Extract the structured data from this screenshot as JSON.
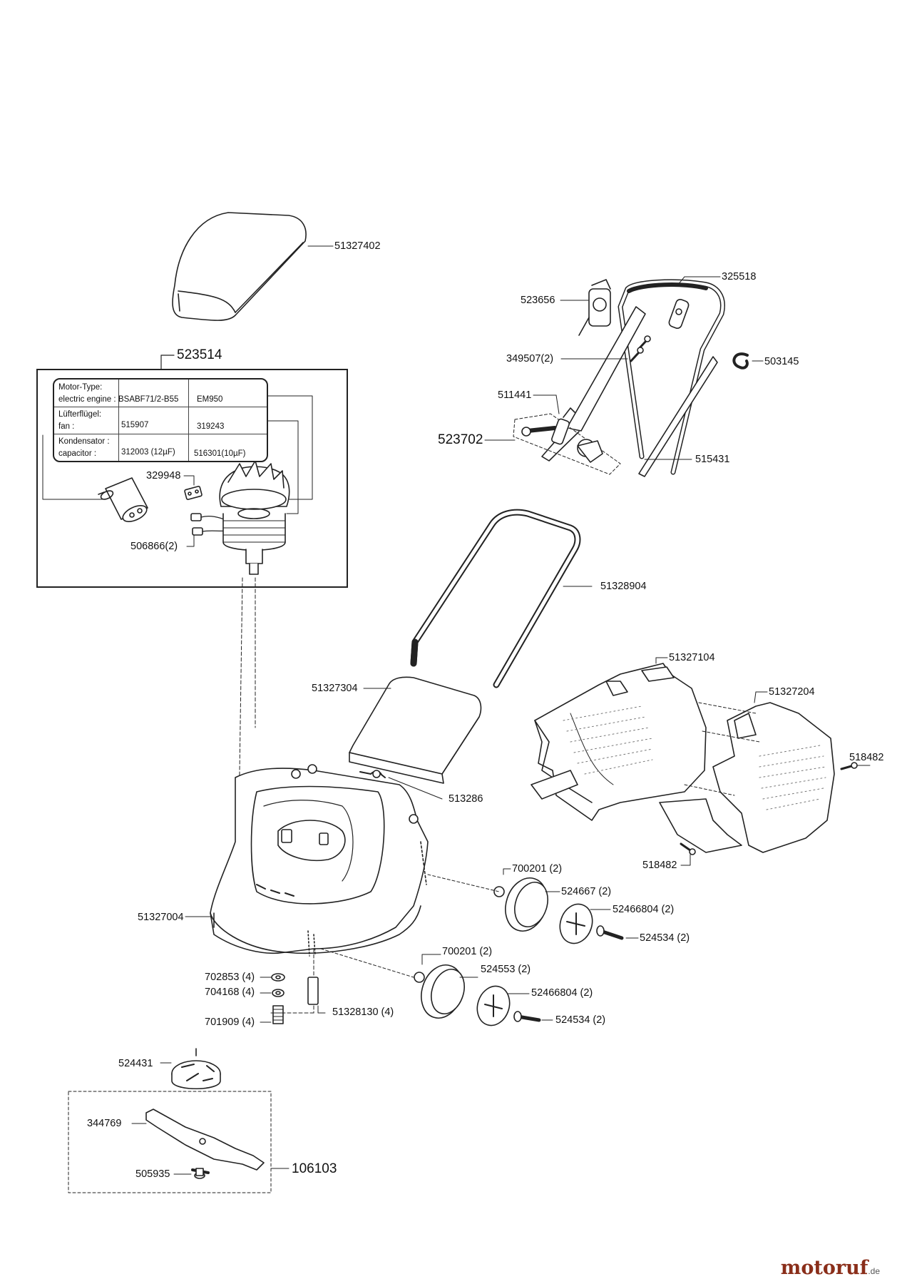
{
  "parts": {
    "p51327402": "51327402",
    "p325518": "325518",
    "p523656": "523656",
    "p349507": "349507(2)",
    "p503145": "503145",
    "p511441": "511441",
    "p523702": "523702",
    "p515431": "515431",
    "p523514": "523514",
    "p329948": "329948",
    "p506866": "506866(2)",
    "p51328904": "51328904",
    "p51327104": "51327104",
    "p51327304": "51327304",
    "p51327204": "51327204",
    "p518482a": "518482",
    "p513286": "513286",
    "p518482b": "518482",
    "p700201a": "700201 (2)",
    "p524667": "524667 (2)",
    "p51327004": "51327004",
    "p52466804a": "52466804 (2)",
    "p524534a": "524534 (2)",
    "p700201b": "700201 (2)",
    "p524553": "524553 (2)",
    "p702853": "702853 (4)",
    "p704168": "704168 (4)",
    "p52466804b": "52466804 (2)",
    "p51328130": "51328130 (4)",
    "p524534b": "524534 (2)",
    "p701909": "701909 (4)",
    "p524431": "524431",
    "p344769": "344769",
    "p106103": "106103",
    "p505935": "505935"
  },
  "motor_table": {
    "row1_label_a": "Motor-Type:",
    "row1_label_b": "electric engine :",
    "row1_val1": "BSABF71/2-B55",
    "row1_val2": "EM950",
    "row2_label_a": "Lüfterflügel:",
    "row2_label_b": "fan :",
    "row2_val1": "515907",
    "row2_val2": "319243",
    "row3_label_a": "Kondensator :",
    "row3_label_b": "capacitor :",
    "row3_val1": "312003 (12µF)",
    "row3_val2": "516301(10µF)"
  },
  "brand": {
    "name": "motoruf",
    "suffix": ".de",
    "color": "#8a2e1a"
  }
}
